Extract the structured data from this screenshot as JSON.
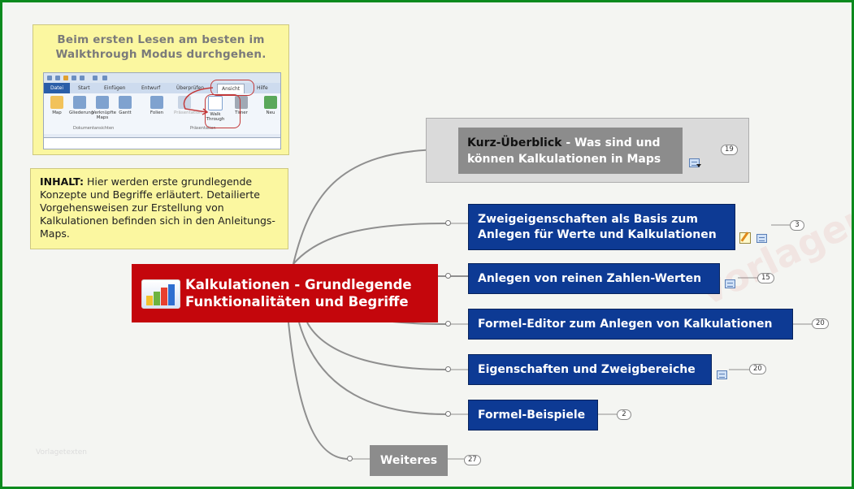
{
  "tip": {
    "line1": "Beim ersten Lesen am besten im",
    "line2": "Walkthrough Modus durchgehen."
  },
  "ribbon": {
    "tabs": [
      "Datei",
      "Start",
      "Einfügen",
      "Entwurf",
      "Überprüfen",
      "Ansicht",
      "Hilfe"
    ],
    "buttons": [
      "Map",
      "Gliederung",
      "Verknüpfte Maps",
      "Gantt",
      "Folien",
      "Präsentation",
      "Walk Through",
      "Timer",
      "Neu"
    ],
    "groups": [
      "Dokumentansichten",
      "Präsentation"
    ]
  },
  "content_note": {
    "label": "INHALT:",
    "text": "Hier werden erste grundlegende Konzepte und Begriffe erläutert. Detailierte Vorgehensweisen zur Erstellung von Kalkulationen befinden sich in den Anleitungs-Maps."
  },
  "central": {
    "line1": "Kalkulationen - Grundlegende",
    "line2": "Funktionalitäten und Begriffe",
    "icon": "bar-chart-icon"
  },
  "topics": [
    {
      "strong": "Kurz-Überblick",
      "rest": " - Was sind und",
      "line2": "können Kalkulationen in Maps",
      "count": "19",
      "icons": [
        "note-icon",
        "dropdown-icon"
      ]
    },
    {
      "line1": "Zweigeigenschaften als Basis zum",
      "line2": "Anlegen für Werte und Kalkulationen",
      "count": "3",
      "icons": [
        "pencil-icon",
        "note-icon"
      ]
    },
    {
      "label": "Anlegen von reinen Zahlen-Werten",
      "count": "15",
      "icons": [
        "note-icon"
      ]
    },
    {
      "label": "Formel-Editor zum Anlegen von Kalkulationen",
      "count": "20"
    },
    {
      "label": "Eigenschaften und Zweigbereiche",
      "count": "20",
      "icons": [
        "note-icon"
      ]
    },
    {
      "label": "Formel-Beispiele",
      "count": "2"
    },
    {
      "label": "Weiteres",
      "count": "27"
    }
  ],
  "colors": {
    "frame": "#0b8a1e",
    "central": "#c4060c",
    "topic_blue": "#0d3a94",
    "topic_gray": "#8c8c8c",
    "note_yellow": "#fbf7a0"
  }
}
